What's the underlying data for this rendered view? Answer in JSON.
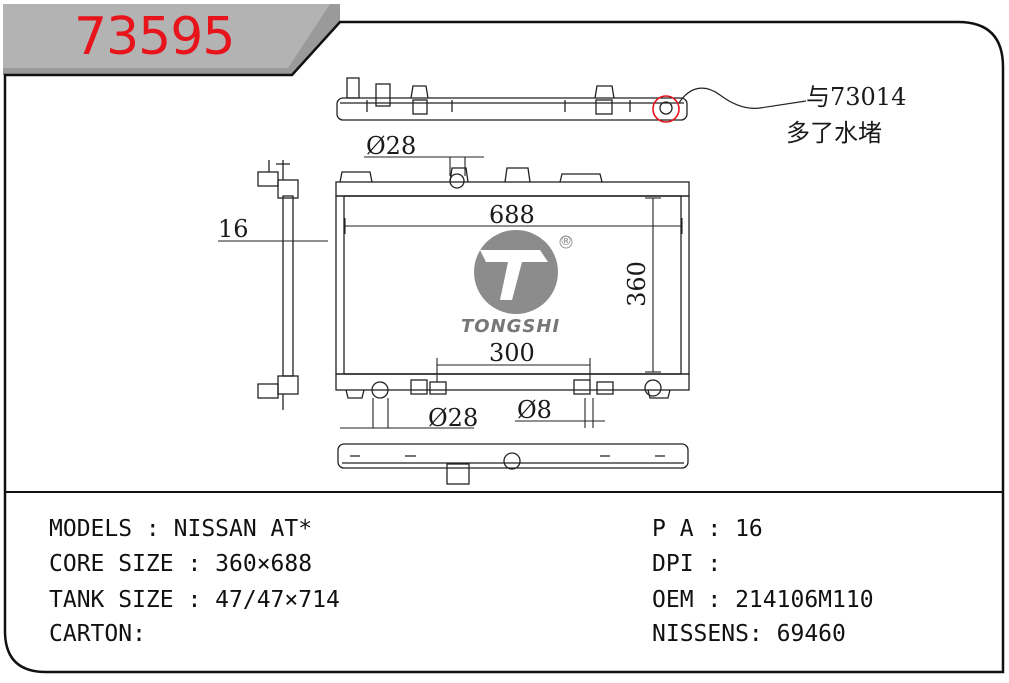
{
  "header": {
    "part_number": "73595"
  },
  "drawing": {
    "brand": "TONGSHI",
    "registered_mark": "®",
    "dimensions": {
      "inlet_diameter": "Ø28",
      "outlet_diameter": "Ø28",
      "small_diameter": "Ø8",
      "thickness": "16",
      "width": "688",
      "height": "360",
      "mount_spacing": "300"
    },
    "note": {
      "line1": "与73014",
      "line2": "多了水堵"
    }
  },
  "specs": {
    "models": "MODELS : NISSAN AT*",
    "core_size": "CORE SIZE : 360×688",
    "tank_size": "TANK SIZE : 47/47×714",
    "carton": "CARTON:",
    "pa": "P A : 16",
    "dpi": "DPI :",
    "oem": "OEM : 214106M110",
    "nissens": "NISSENS: 69460"
  },
  "colors": {
    "title_red": "#e8141c",
    "highlight_red": "#e8141c",
    "tab_gray": "#9a9a9a",
    "logo_gray": "#8c8c8c"
  }
}
